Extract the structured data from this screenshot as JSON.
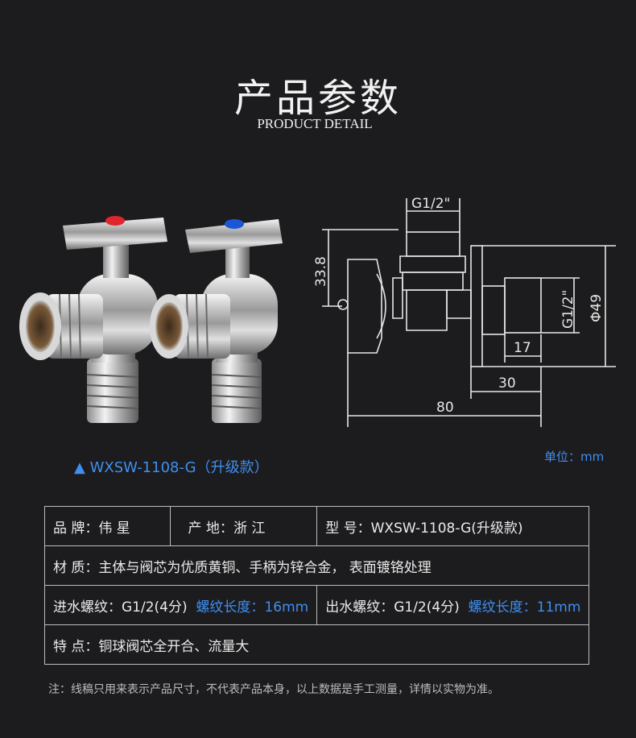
{
  "header": {
    "title": "产品参数",
    "subtitle": "PRODUCT DETAIL"
  },
  "product": {
    "caption": "▲ WXSW-1108-G（升级款）"
  },
  "drawing": {
    "dims": {
      "thread_top": "G1/2\"",
      "height": "33.8",
      "thread_side": "G1/2\"",
      "diameter": "Φ49",
      "d17": "17",
      "d30": "30",
      "d80": "80"
    },
    "unit": "单位：mm"
  },
  "specs": {
    "brand_label": "品 牌：",
    "brand_value": "伟 星",
    "origin_label": "产 地：",
    "origin_value": "浙 江",
    "model_label": "型 号：",
    "model_value": "WXSW-1108-G(升级款)",
    "material_label": "材 质：",
    "material_value": "主体与阀芯为优质黄铜、手柄为锌合金， 表面镀铬处理",
    "inlet_label": "进水螺纹：",
    "inlet_value": "G1/2(4分)",
    "inlet_len_label": "螺纹长度：",
    "inlet_len_value": "16mm",
    "outlet_label": "出水螺纹：",
    "outlet_value": "G1/2(4分)",
    "outlet_len_label": "螺纹长度：",
    "outlet_len_value": "11mm",
    "feature_label": "特 点：",
    "feature_value": "铜球阀芯全开合、流量大"
  },
  "note": "注：线稿只用来表示产品尺寸，不代表产品本身，以上数据是手工测量，详情以实物为准。",
  "colors": {
    "accent": "#3f8ff0",
    "hot": "#e0262c",
    "cold": "#1a56d6",
    "background": "#1c1c1e"
  }
}
